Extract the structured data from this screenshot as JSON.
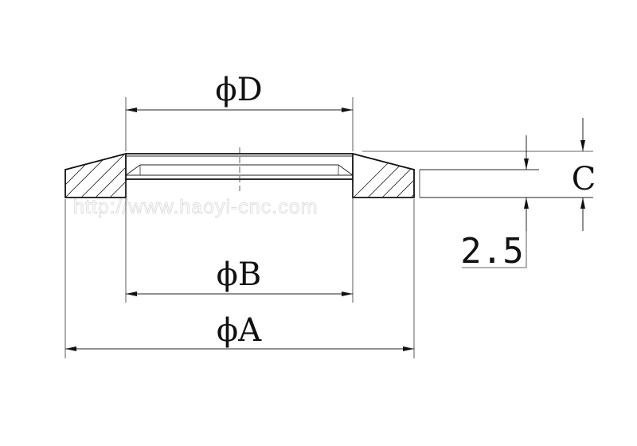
{
  "dimensions": {
    "D": "ϕD",
    "B": "ϕB",
    "A": "ϕA",
    "C": "C",
    "thickness": "2.5"
  },
  "watermark": "http://www.haoyi-cnc.com"
}
